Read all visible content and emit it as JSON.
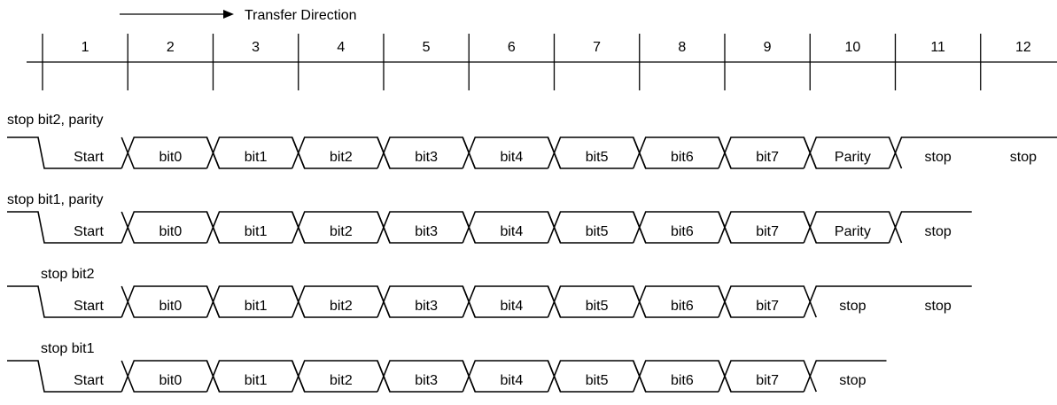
{
  "header": {
    "direction_label": "Transfer Direction",
    "positions": [
      "1",
      "2",
      "3",
      "4",
      "5",
      "6",
      "7",
      "8",
      "9",
      "10",
      "11",
      "12"
    ]
  },
  "frames": [
    {
      "label": "stop bit2, parity",
      "slots": [
        "Start",
        "bit0",
        "bit1",
        "bit2",
        "bit3",
        "bit4",
        "bit5",
        "bit6",
        "bit7",
        "Parity",
        "stop",
        "stop"
      ]
    },
    {
      "label": "stop bit1, parity",
      "slots": [
        "Start",
        "bit0",
        "bit1",
        "bit2",
        "bit3",
        "bit4",
        "bit5",
        "bit6",
        "bit7",
        "Parity",
        "stop"
      ]
    },
    {
      "label": "stop bit2",
      "slots": [
        "Start",
        "bit0",
        "bit1",
        "bit2",
        "bit3",
        "bit4",
        "bit5",
        "bit6",
        "bit7",
        "stop",
        "stop"
      ]
    },
    {
      "label": "stop bit1",
      "slots": [
        "Start",
        "bit0",
        "bit1",
        "bit2",
        "bit3",
        "bit4",
        "bit5",
        "bit6",
        "bit7",
        "stop"
      ]
    }
  ]
}
